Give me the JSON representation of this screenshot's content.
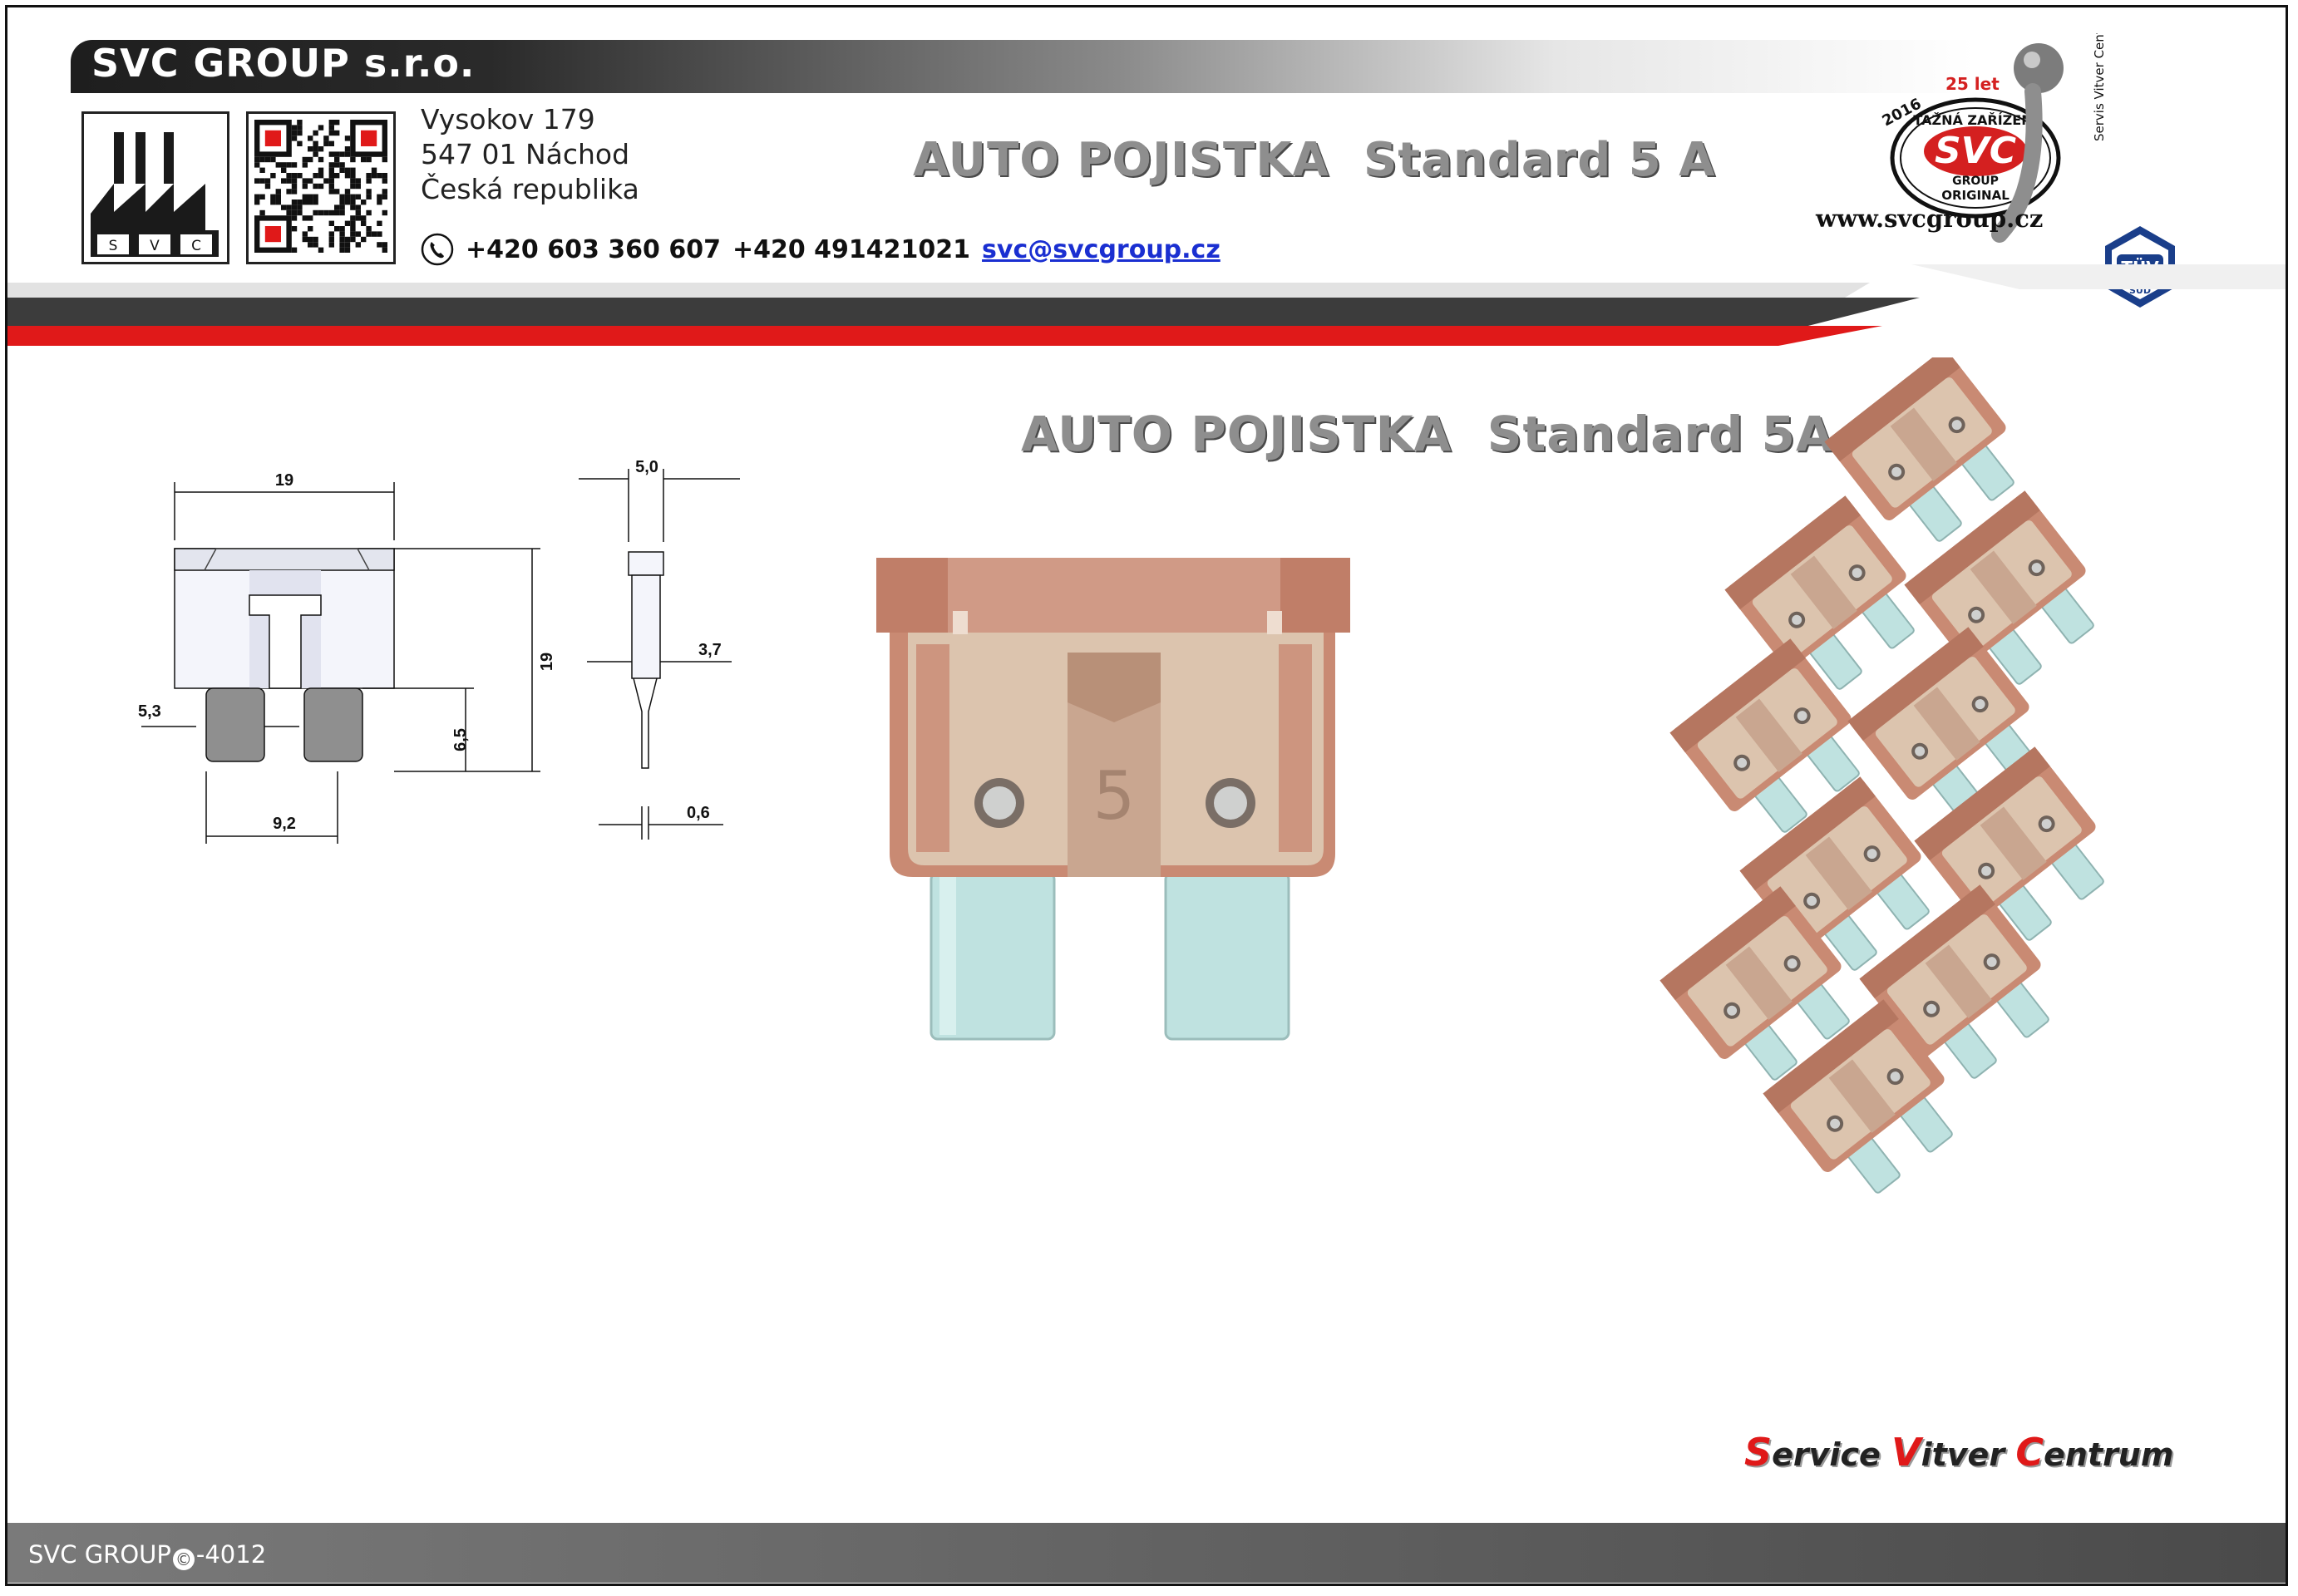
{
  "header": {
    "company": "SVC GROUP s.r.o.",
    "address_line1": "Vysokov 179",
    "address_line2": "547 01 Náchod",
    "address_line3": "Česká republika",
    "phone1": "+420 603 360 607",
    "phone2": "+420 491421021",
    "email": "svc@svcgroup.cz",
    "title": "AUTO POJISTKA  Standard 5 A",
    "website": "www.svcgroup.cz",
    "logo_letters": [
      "S",
      "V",
      "C"
    ],
    "badge": {
      "year": "2016",
      "anniversary": "25 let",
      "top_text": "TAŽNÁ ZAŘÍZENÍ",
      "brand": "SVC",
      "group": "GROUP",
      "original": "ORIGINAL",
      "side_text": "Servis Vitver Centrum"
    },
    "tuv": {
      "top": "TÜV",
      "bottom": "SÜD"
    }
  },
  "main": {
    "title": "AUTO POJISTKA  Standard 5A",
    "dimensions": {
      "width": "19",
      "thickness": "5,0",
      "height": "19",
      "blade_gap": "5,3",
      "blade_length": "6,5",
      "pitch": "9,2",
      "body_depth": "3,7",
      "blade_thickness": "0,6"
    },
    "fuse_rating": "5"
  },
  "brand_line": {
    "word1_cap": "S",
    "word1_rest": "ervice",
    "word2_cap": "V",
    "word2_rest": "itver",
    "word3_cap": "C",
    "word3_rest": "entrum"
  },
  "footer": {
    "left": "SVC GROUP",
    "code": "-4012"
  },
  "colors": {
    "accent_red": "#e01919",
    "dark": "#1e1e1e",
    "title_grey": "#8e8e8e",
    "fuse_body": "#c98a73",
    "fuse_blade": "#bfe2e0"
  }
}
